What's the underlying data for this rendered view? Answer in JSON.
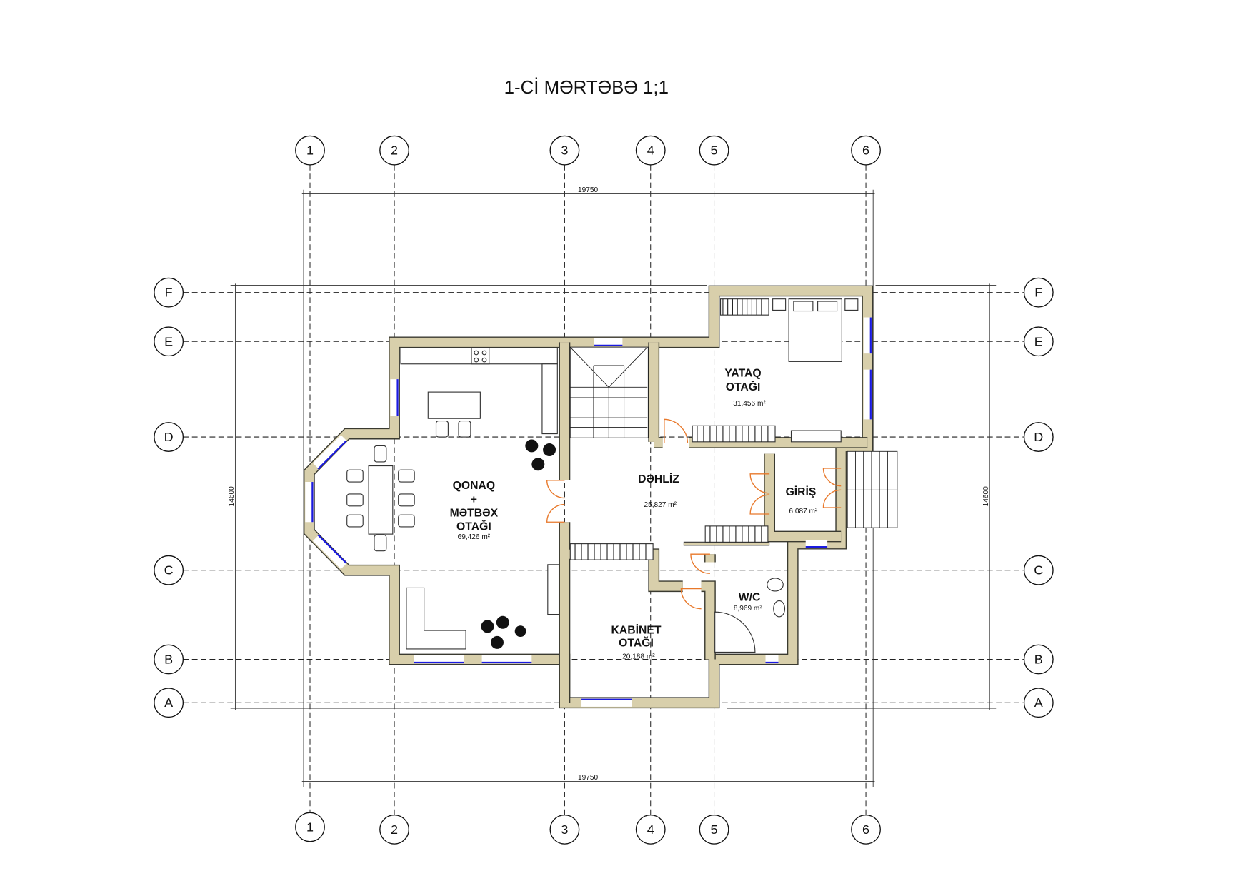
{
  "title": "1-Cİ MƏRTƏBƏ 1;1",
  "grid_columns": [
    "1",
    "2",
    "3",
    "4",
    "5",
    "6"
  ],
  "grid_rows": [
    "F",
    "E",
    "D",
    "C",
    "B",
    "A"
  ],
  "dimensions": {
    "width": "19750",
    "height": "14600"
  },
  "rooms": {
    "living": {
      "line1": "QONAQ",
      "line2": "+",
      "line3": "MƏTBƏX",
      "line4": "OTAĞI",
      "area": "69,426 m²"
    },
    "bedroom": {
      "line1": "YATAQ",
      "line2": "OTAĞI",
      "area": "31,456 m²"
    },
    "hall": {
      "line1": "DƏHLİZ",
      "area": "25,827 m²"
    },
    "entrance": {
      "line1": "GİRİŞ",
      "area": "6,087 m²"
    },
    "wc": {
      "line1": "W/C",
      "area": "8,969 m²"
    },
    "office": {
      "line1": "KABİNET",
      "line2": "OTAĞI",
      "area": "20,188 m²"
    }
  },
  "colors": {
    "wall": "#d8cfab",
    "window": "#1a1ae0",
    "door": "#e8782a"
  }
}
